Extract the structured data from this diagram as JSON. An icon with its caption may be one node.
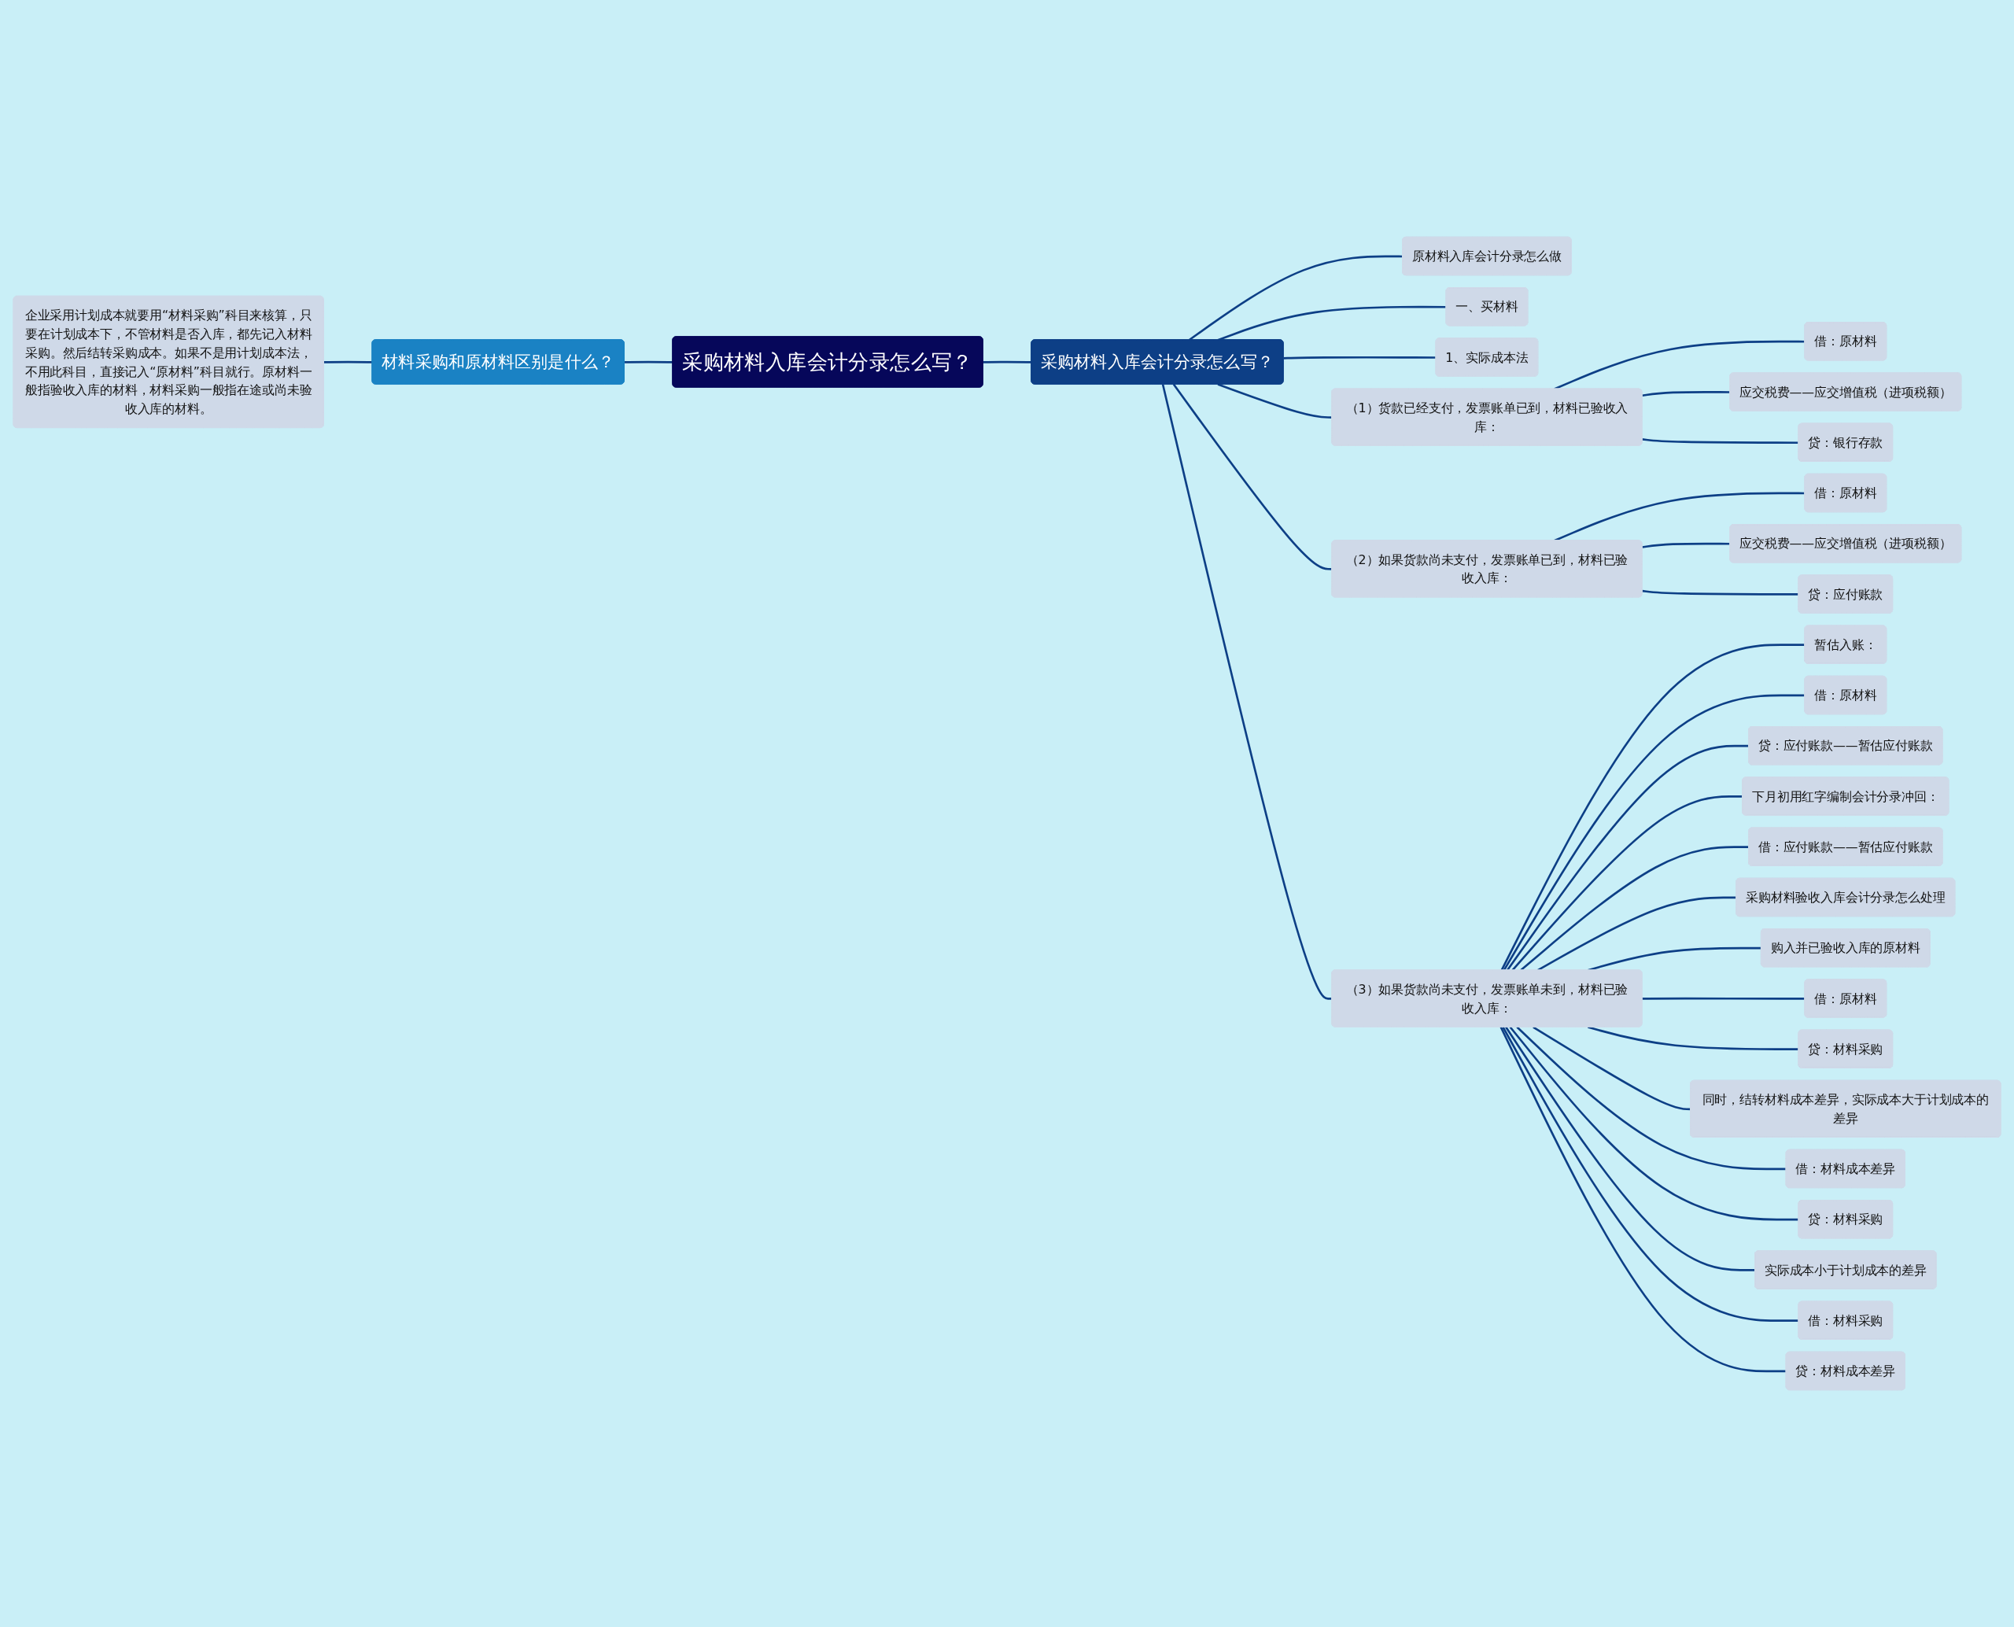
{
  "diagram": {
    "nodes": [
      {
        "text": [
          "采购材料入库会计分录怎么写？"
        ]
      },
      {
        "text": [
          "材料采购和原材料区别是什么？"
        ]
      },
      {
        "text": [
          "企业采用计划成本就要用“材料采购”科目来核算，只要在计划成本下，不管材料是否入库，都先记入材料采购。然后结转采购成本。如果不是用计划成本法，不用此科目，直接记入“原材料”科目就行。原材料一般指验收入库的材料，材料采购一般指在途或尚未验收入库的材料。"
        ]
      },
      {
        "text": [
          "采购材料入库会计分录怎么写？"
        ]
      },
      {
        "text": [
          "原材料入库会计分录怎么做"
        ]
      },
      {
        "text": [
          "一、买材料"
        ]
      },
      {
        "text": [
          "1、实际成本法"
        ]
      },
      {
        "text": [
          "（1）货款已经支付，发票账单已到，材料已验收入库："
        ]
      },
      {
        "text": [
          "借：原材料"
        ]
      },
      {
        "text": [
          "应交税费——应交增值税（进项税额）"
        ]
      },
      {
        "text": [
          "贷：银行存款"
        ]
      },
      {
        "text": [
          "（2）如果货款尚未支付，发票账单已到，材料已验收入库："
        ]
      },
      {
        "text": [
          "借：原材料"
        ]
      },
      {
        "text": [
          "应交税费——应交增值税（进项税额）"
        ]
      },
      {
        "text": [
          "贷：应付账款"
        ]
      },
      {
        "text": [
          "（3）如果货款尚未支付，发票账单未到，材料已验收入库："
        ]
      },
      {
        "text": [
          "暂估入账："
        ]
      },
      {
        "text": [
          "借：原材料"
        ]
      },
      {
        "text": [
          "贷：应付账款——暂估应付账款"
        ]
      },
      {
        "text": [
          "下月初用红字编制会计分录冲回："
        ]
      },
      {
        "text": [
          "借：应付账款——暂估应付账款"
        ]
      },
      {
        "text": [
          "采购材料验收入库会计分录怎么处理"
        ]
      },
      {
        "text": [
          "购入并已验收入库的原材料"
        ]
      },
      {
        "text": [
          "借：原材料"
        ]
      },
      {
        "text": [
          "贷：材料采购"
        ]
      },
      {
        "text": [
          "同时，结转材料成本差异，实际成本大于计划成本的差异"
        ]
      },
      {
        "text": [
          "借：材料成本差异"
        ]
      },
      {
        "text": [
          "贷：材料采购"
        ]
      },
      {
        "text": [
          "实际成本小于计划成本的差异"
        ]
      },
      {
        "text": [
          "借：材料采购"
        ]
      },
      {
        "text": [
          "贷：材料成本差异"
        ]
      }
    ],
    "edges": [
      {
        "from": 2,
        "to": 1,
        "arrow": "none"
      },
      {
        "from": 1,
        "to": 0,
        "arrow": "none"
      },
      {
        "from": 0,
        "to": 3,
        "arrow": "none"
      },
      {
        "from": 3,
        "to": 4,
        "arrow": "none"
      },
      {
        "from": 3,
        "to": 5,
        "arrow": "none"
      },
      {
        "from": 3,
        "to": 6,
        "arrow": "none"
      },
      {
        "from": 3,
        "to": 7,
        "arrow": "none"
      },
      {
        "from": 7,
        "to": 8,
        "arrow": "none"
      },
      {
        "from": 7,
        "to": 9,
        "arrow": "none"
      },
      {
        "from": 7,
        "to": 10,
        "arrow": "none"
      },
      {
        "from": 3,
        "to": 11,
        "arrow": "none"
      },
      {
        "from": 11,
        "to": 12,
        "arrow": "none"
      },
      {
        "from": 11,
        "to": 13,
        "arrow": "none"
      },
      {
        "from": 11,
        "to": 14,
        "arrow": "none"
      },
      {
        "from": 3,
        "to": 15,
        "arrow": "none"
      },
      {
        "from": 15,
        "to": 16,
        "arrow": "none"
      },
      {
        "from": 15,
        "to": 17,
        "arrow": "none"
      },
      {
        "from": 15,
        "to": 18,
        "arrow": "none"
      },
      {
        "from": 15,
        "to": 19,
        "arrow": "none"
      },
      {
        "from": 15,
        "to": 20,
        "arrow": "none"
      },
      {
        "from": 15,
        "to": 21,
        "arrow": "none"
      },
      {
        "from": 15,
        "to": 22,
        "arrow": "none"
      },
      {
        "from": 15,
        "to": 23,
        "arrow": "none"
      },
      {
        "from": 15,
        "to": 24,
        "arrow": "none"
      },
      {
        "from": 15,
        "to": 25,
        "arrow": "none"
      },
      {
        "from": 15,
        "to": 26,
        "arrow": "none"
      },
      {
        "from": 15,
        "to": 27,
        "arrow": "none"
      },
      {
        "from": 15,
        "to": 28,
        "arrow": "none"
      },
      {
        "from": 15,
        "to": 29,
        "arrow": "none"
      },
      {
        "from": 15,
        "to": 30,
        "arrow": "none"
      }
    ]
  }
}
